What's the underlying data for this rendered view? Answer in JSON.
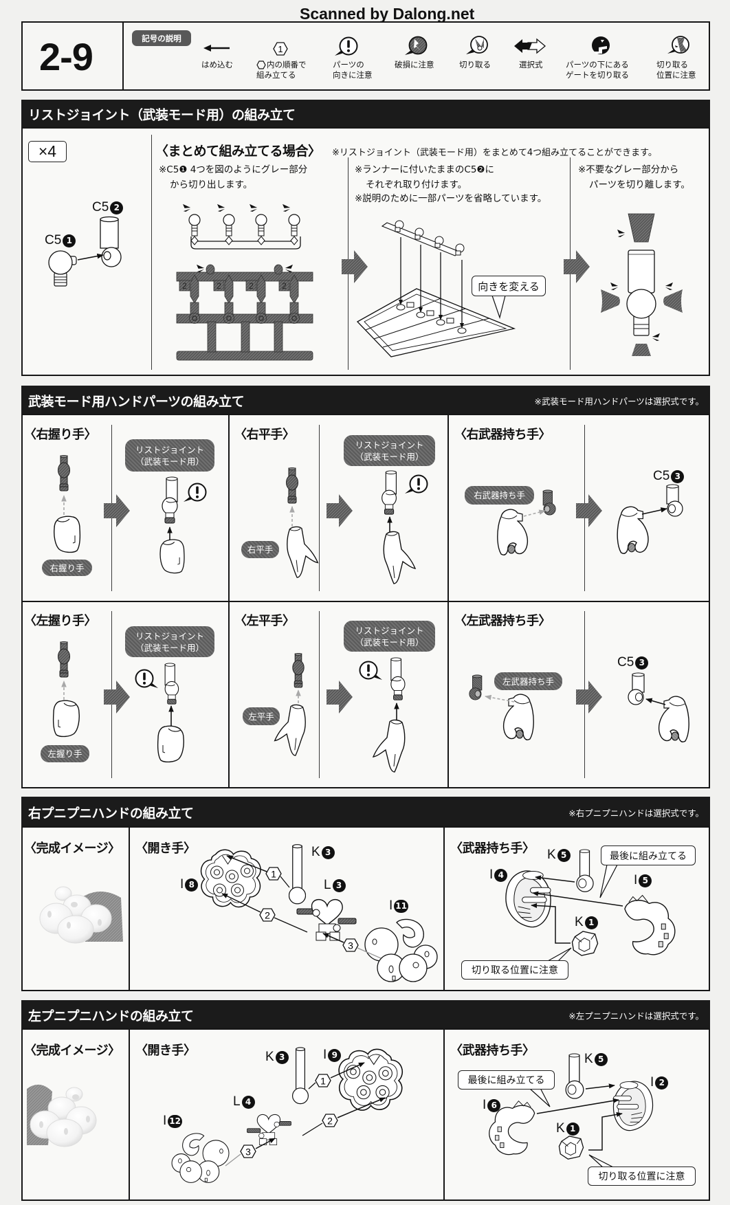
{
  "watermark": "Scanned by Dalong.net",
  "step_number": "2-9",
  "colors": {
    "title_bar": "#1b1b1b",
    "hatch_gray": "#6f6f6f",
    "paper": "#f1f1ef",
    "ink": "#111111",
    "guide_arrow_gray": "#a8a8a8"
  },
  "legend": {
    "title": "記号の説明",
    "items": [
      {
        "icon": "press-in-arrow-icon",
        "line1": "はめ込む"
      },
      {
        "icon": "order-hexagon-icon",
        "glyph": "1",
        "line1": "内の順番で",
        "line2": "組み立てる"
      },
      {
        "icon": "orientation-caution-icon",
        "line1": "パーツの",
        "line2": "向きに注意"
      },
      {
        "icon": "breakage-caution-icon",
        "line1": "破損に注意"
      },
      {
        "icon": "cut-off-icon",
        "line1": "切り取る"
      },
      {
        "icon": "optional-choice-icon",
        "line1": "選択式"
      },
      {
        "icon": "underside-gate-icon",
        "line1": "パーツの下にある",
        "line2": "ゲートを切り取る"
      },
      {
        "icon": "cut-position-caution-icon",
        "line1": "切り取る",
        "line2": "位置に注意"
      }
    ]
  },
  "wrist_joint_section": {
    "title": "リストジョイント（武装モード用）の組み立て",
    "quantity": "×4",
    "part_socket": {
      "code": "C5",
      "num": "2"
    },
    "part_ball": {
      "code": "C5",
      "num": "1"
    },
    "batch_heading": "〈まとめて組み立てる場合〉",
    "batch_note": "※リストジョイント（武装モード用）をまとめて4つ組み立てることができます。",
    "steps": [
      {
        "line1": "※C5❶ 4つを図のようにグレー部分",
        "line2": "から切り出します。"
      },
      {
        "line1": "※ランナーに付いたままのC5❷に",
        "line2": "それぞれ取り付けます。",
        "line3": "※説明のために一部パーツを省略しています。"
      },
      {
        "line1": "※不要なグレー部分から",
        "line2": "パーツを切り離します。"
      }
    ],
    "runner_number": "2",
    "callout": "向きを変える"
  },
  "hand_parts_section": {
    "title": "武装モード用ハンドパーツの組み立て",
    "note": "※武装モード用ハンドパーツは選択式です。",
    "wrist_label_line1": "リストジョイント",
    "wrist_label_line2": "（武装モード用）",
    "cells": [
      {
        "heading": "〈右握り手〉",
        "hand_label": "右握り手"
      },
      {
        "heading": "〈右平手〉",
        "hand_label": "右平手"
      },
      {
        "heading": "〈右武器持ち手〉",
        "hand_label": "右武器持ち手",
        "part": {
          "code": "C5",
          "num": "3"
        }
      },
      {
        "heading": "〈左握り手〉",
        "hand_label": "左握り手"
      },
      {
        "heading": "〈左平手〉",
        "hand_label": "左平手"
      },
      {
        "heading": "〈左武器持ち手〉",
        "hand_label": "左武器持ち手",
        "part": {
          "code": "C5",
          "num": "3"
        }
      }
    ]
  },
  "right_puni_section": {
    "title": "右プニプニハンドの組み立て",
    "note": "※右プニプニハンドは選択式です。",
    "complete_heading": "〈完成イメージ〉",
    "open_heading": "〈開き手〉",
    "weapon_heading": "〈武器持ち手〉",
    "open_parts": {
      "peg": {
        "code": "K",
        "num": "3"
      },
      "palm": {
        "code": "I",
        "num": "8"
      },
      "frame": {
        "code": "L",
        "num": "3"
      },
      "fingers": {
        "code": "I",
        "num": "11"
      }
    },
    "order": [
      "1",
      "2",
      "3"
    ],
    "weapon_parts": {
      "peg": {
        "code": "K",
        "num": "5"
      },
      "palm": {
        "code": "I",
        "num": "4"
      },
      "fingers": {
        "code": "I",
        "num": "5"
      },
      "block": {
        "code": "K",
        "num": "1"
      }
    },
    "callout_last": "最後に組み立てる",
    "callout_cut": "切り取る位置に注意"
  },
  "left_puni_section": {
    "title": "左プニプニハンドの組み立て",
    "note": "※左プニプニハンドは選択式です。",
    "complete_heading": "〈完成イメージ〉",
    "open_heading": "〈開き手〉",
    "weapon_heading": "〈武器持ち手〉",
    "open_parts": {
      "peg": {
        "code": "K",
        "num": "3"
      },
      "palm": {
        "code": "I",
        "num": "9"
      },
      "frame": {
        "code": "L",
        "num": "4"
      },
      "fingers": {
        "code": "I",
        "num": "12"
      }
    },
    "order": [
      "1",
      "2",
      "3"
    ],
    "weapon_parts": {
      "peg": {
        "code": "K",
        "num": "5"
      },
      "palm": {
        "code": "I",
        "num": "2"
      },
      "fingers": {
        "code": "I",
        "num": "6"
      },
      "block": {
        "code": "K",
        "num": "1"
      }
    },
    "callout_last": "最後に組み立てる",
    "callout_cut": "切り取る位置に注意"
  }
}
